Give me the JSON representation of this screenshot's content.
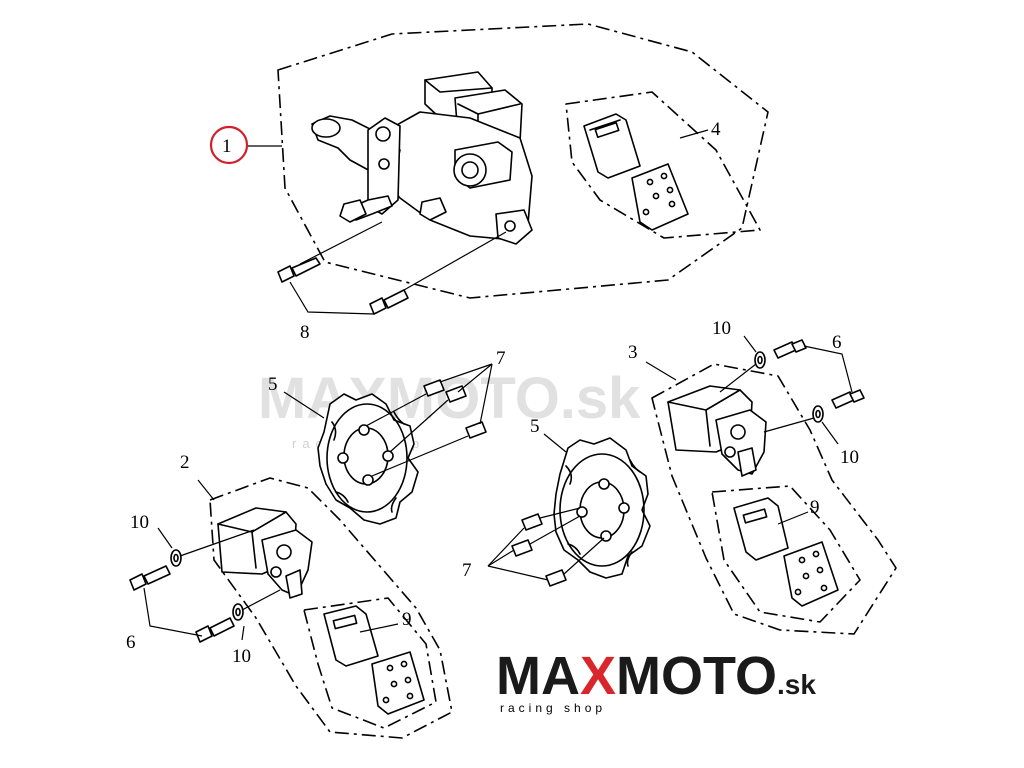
{
  "diagram": {
    "callouts": {
      "c1": "1",
      "c2": "2",
      "c3": "3",
      "c4": "4",
      "c5a": "5",
      "c5b": "5",
      "c6a": "6",
      "c6b": "6",
      "c7a": "7",
      "c7b": "7",
      "c8": "8",
      "c9a": "9",
      "c9b": "9",
      "c10a": "10",
      "c10b": "10",
      "c10c": "10",
      "c10d": "10"
    },
    "highlight_color": "#d0202a"
  },
  "watermark": {
    "main": "MAXMOTO.sk",
    "sub": "racing shop"
  },
  "logo": {
    "part1": "MA",
    "part2": "X",
    "part3": "MOTO",
    "tld": ".sk",
    "sub": "racing shop",
    "colors": {
      "dark": "#1a1a1a",
      "accent": "#d8262b"
    }
  }
}
